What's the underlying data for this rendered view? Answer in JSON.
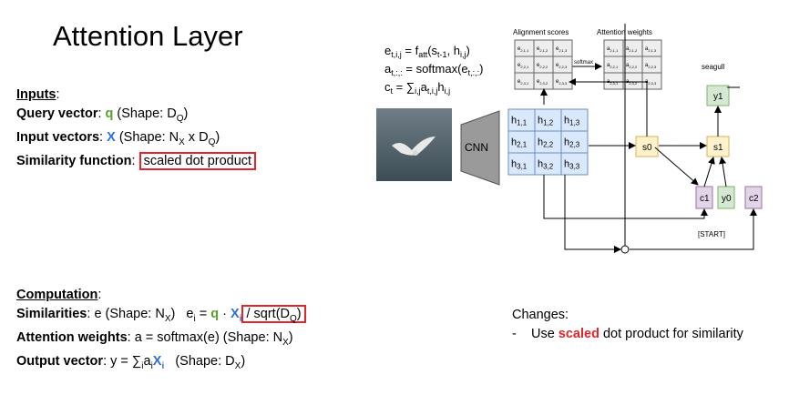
{
  "title": "Attention Layer",
  "inputs": {
    "header": "Inputs",
    "query_label": "Query vector",
    "query_sym": "q",
    "query_shape": "(Shape: D",
    "query_shape_sub": "Q",
    "input_label": "Input vectors",
    "input_sym": "X",
    "input_shape": "(Shape: N",
    "input_shape_sub1": "X",
    "input_shape_mid": " x D",
    "input_shape_sub2": "Q",
    "sim_label": "Similarity function",
    "sim_value": "scaled dot product"
  },
  "computation": {
    "header": "Computation",
    "sim_label": "Similarities",
    "sim_text": "e (Shape: N",
    "sim_sub": "X",
    "sim_eq": "e",
    "sim_eq_sub": "i",
    "sim_eq_mid": " = ",
    "q": "q",
    "dot": " · ",
    "x": "X",
    "x_sub": "i",
    "sqrt": "/ sqrt(D",
    "sqrt_sub": "Q",
    "attn_label": "Attention weights",
    "attn_text": "a = softmax(e)  (Shape: N",
    "attn_sub": "X",
    "out_label": "Output vector",
    "out_text": "y = ∑",
    "out_sub1": "i",
    "out_a": "a",
    "out_sub2": "i",
    "out_x": "X",
    "out_sub3": "i",
    "out_shape": "(Shape: D",
    "out_shape_sub": "X"
  },
  "changes": {
    "header": "Changes:",
    "bullet": "-",
    "pre": "Use ",
    "emph": "scaled",
    "post": " dot product for similarity"
  },
  "diagram": {
    "eq1": "e",
    "eq1_sub": "t,i,j",
    "eq1_rest": " = f",
    "eq1_att": "att",
    "eq1_args": "(s",
    "eq1_args2": "t-1",
    "eq1_args3": ", h",
    "eq1_args4": "i,j",
    "eq1_end": ")",
    "eq2": "a",
    "eq2_sub": "t,:,:",
    "eq2_rest": " = softmax(e",
    "eq2_sub2": "t,:,:",
    "eq2_end": ")",
    "eq3": "c",
    "eq3_sub": "t",
    "eq3_rest": " = ∑",
    "eq3_sub2": "i,j",
    "eq3_a": "a",
    "eq3_sub3": "t,i,j",
    "eq3_h": "h",
    "eq3_sub4": "i,j",
    "align_label": "Alignment scores",
    "attn_label": "Attention weights",
    "softmax_label": "softmax",
    "align_cells": [
      "e2,1,1",
      "e2,1,2",
      "e2,1,3",
      "e2,2,1",
      "e2,2,2",
      "e2,2,3",
      "e2,3,1",
      "e2,3,2",
      "e2,3,3"
    ],
    "attn_cells": [
      "a2,1,1",
      "a2,1,2",
      "a2,1,3",
      "a2,2,1",
      "a2,2,2",
      "a2,2,3",
      "a2,3,1",
      "a2,3,2",
      "a2,3,3"
    ],
    "cnn_label": "CNN",
    "h_cells": [
      "h1,1",
      "h1,2",
      "h1,3",
      "h2,1",
      "h2,2",
      "h2,3",
      "h3,1",
      "h3,2",
      "h3,3"
    ],
    "s0": "s0",
    "s1": "s1",
    "y1": "y1",
    "y0": "y0",
    "c1": "c1",
    "c2": "c2",
    "output_word": "seagull",
    "start_token": "[START]",
    "colors": {
      "yellow_fill": "#fff2cc",
      "yellow_stroke": "#d6b656",
      "green_fill": "#d5e8d4",
      "green_stroke": "#82b366",
      "purple_fill": "#e1d5e7",
      "purple_stroke": "#9673a6",
      "blue_fill": "#dae8fc",
      "blue_stroke": "#6c8ebf"
    }
  }
}
